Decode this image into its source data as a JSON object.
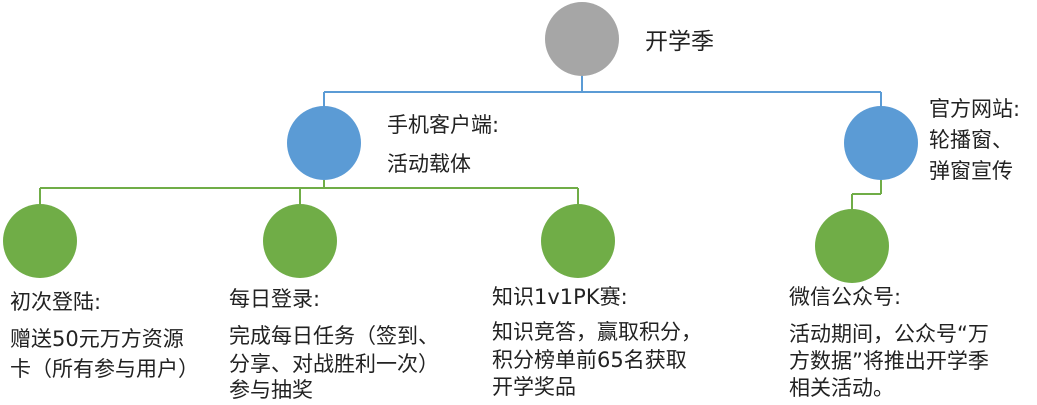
{
  "colors": {
    "root": "#a6a6a6",
    "level1": "#5b9bd5",
    "level2": "#70ad47"
  },
  "root": {
    "label": "开学季"
  },
  "client": {
    "line1": "手机客户端:",
    "line2": "活动载体"
  },
  "website": {
    "line1": "官方网站:",
    "line2": "轮播窗、",
    "line3": "弹窗宣传"
  },
  "first_login": {
    "title": "初次登陆:",
    "line1": "赠送50元万方资源",
    "line2": "卡（所有参与用户）"
  },
  "daily_login": {
    "title": "每日登录:",
    "line1": "完成每日任务（签到、",
    "line2": "分享、对战胜利一次）",
    "line3": "参与抽奖"
  },
  "pk": {
    "title": "知识1v1PK赛:",
    "line1": "知识竞答，赢取积分，",
    "line2": "积分榜单前65名获取",
    "line3": "开学奖品"
  },
  "wechat": {
    "title": "微信公众号:",
    "line1": "活动期间，公众号“万",
    "line2": "方数据”将推出开学季",
    "line3": "相关活动。"
  }
}
